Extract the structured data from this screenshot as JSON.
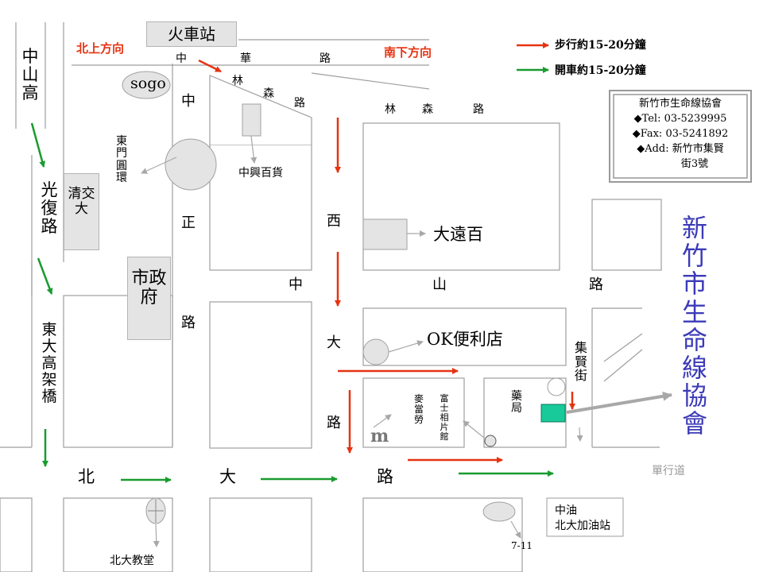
{
  "station": "火車站",
  "north_dir": "北上方向",
  "south_dir": "南下方向",
  "legend": {
    "walk": "步行約15-20分鐘",
    "drive": "開車約15-20分鐘",
    "walk_color": "#e63312",
    "drive_color": "#1a9b2f"
  },
  "info": {
    "name": "新竹市生命線協會",
    "tel": "◆Tel:  03-5239995",
    "fax": "◆Fax:  03-5241892",
    "add1": "◆Add:  新竹市集賢",
    "add2": "街3號"
  },
  "title_vertical": "新竹市生命線協會",
  "roads": {
    "zhonghua": [
      "中",
      "華",
      "路"
    ],
    "linsen_diag": [
      "林",
      "森",
      "路"
    ],
    "linsen": [
      "林",
      "森",
      "路"
    ],
    "zhongshan_gao": "中山高",
    "guangfu": "光復路",
    "dongda": "東大高架橋",
    "zhongzheng": [
      "中",
      "正",
      "路"
    ],
    "ximen": "西",
    "zhongshan": [
      "中",
      "山",
      "路"
    ],
    "dadao": [
      "大",
      "路"
    ],
    "beida": [
      "北",
      "大",
      "路"
    ],
    "jixian": "集賢街",
    "oneway": "單行道"
  },
  "places": {
    "sogo": "sogo",
    "east_gate": "東門圓環",
    "zhongxing": "中興百貨",
    "nctu": "清交大",
    "city_gov": "市政府",
    "far_eastern": "大遠百",
    "ok": "OK便利店",
    "mcd": "麥當勞",
    "fuji": "富士相片館",
    "pharmacy": "藥局",
    "m_logo": "m",
    "cpc1": "中油",
    "cpc2": "北大加油站",
    "seven": "7-11",
    "church": "北大教堂"
  }
}
